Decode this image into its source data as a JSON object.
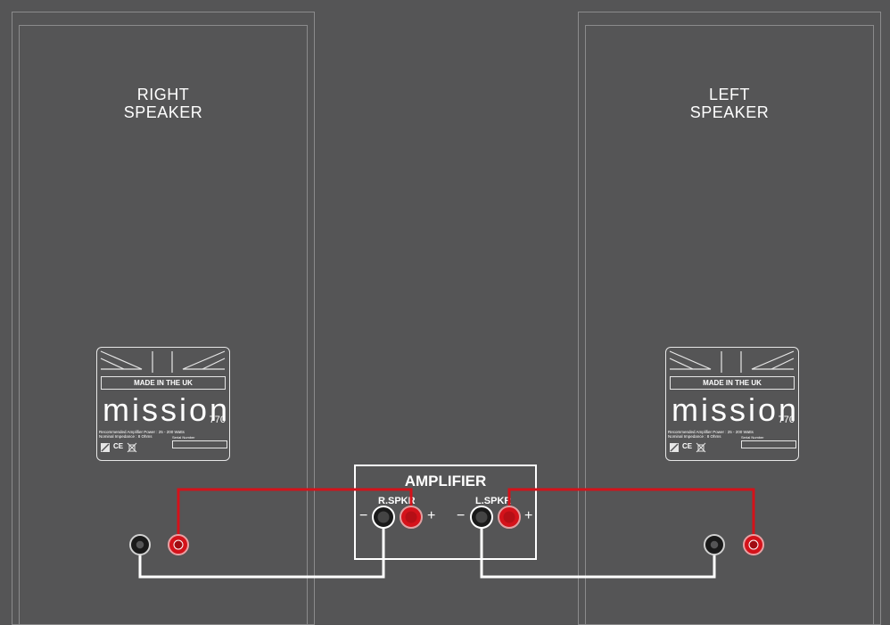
{
  "speakers": {
    "right": {
      "title_line1": "RIGHT",
      "title_line2": "SPEAKER"
    },
    "left": {
      "title_line1": "LEFT",
      "title_line2": "SPEAKER"
    }
  },
  "badge": {
    "made_in": "MADE IN THE UK",
    "brand": "mission",
    "model": "770",
    "spec_power": "Recommended Amplifier Power : 25 - 200 Watts",
    "spec_impedance": "Nominal Impedance          : 8 Ohms",
    "serial_label": "Serial Number",
    "ce_mark": "CE"
  },
  "amplifier": {
    "title": "AMPLIFIER",
    "right_output": "R.SPKR",
    "left_output": "L.SPKR",
    "minus": "−",
    "plus": "+"
  },
  "colors": {
    "background": "#555556",
    "outline": "#8b8b8c",
    "positive": "#d4121a",
    "negative": "#1a1a1a",
    "wire_white": "#ffffff",
    "wire_red": "#d4121a"
  }
}
